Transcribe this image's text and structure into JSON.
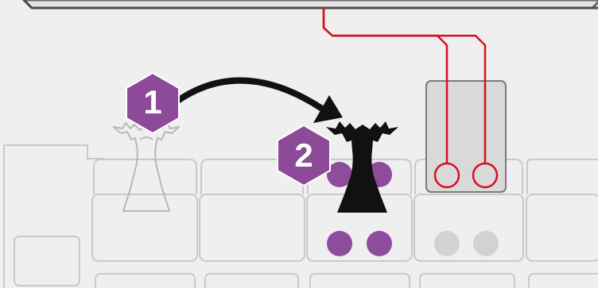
{
  "steps": [
    {
      "label": "1",
      "description": "ghost-figure-start"
    },
    {
      "label": "2",
      "description": "figure-destination"
    }
  ],
  "colors": {
    "background": "#efefef",
    "board_line": "#c9c9c9",
    "hex_badge": "#8c4a99",
    "hex_text": "#ffffff",
    "purple_token": "#8e4d9c",
    "grey_token": "#d2d2d2",
    "wire": "#d6101c",
    "figure": "#111111",
    "ghost": "#b7b7b7",
    "card": "#d9d9d9",
    "arrow": "#111111"
  },
  "icons": {
    "start_figure": "ghost-horned-figure-icon",
    "end_figure": "horned-figure-icon",
    "arrow": "curved-arrow-icon"
  },
  "tokens": {
    "purple_count": 4,
    "grey_count": 2,
    "socket_count": 2
  }
}
